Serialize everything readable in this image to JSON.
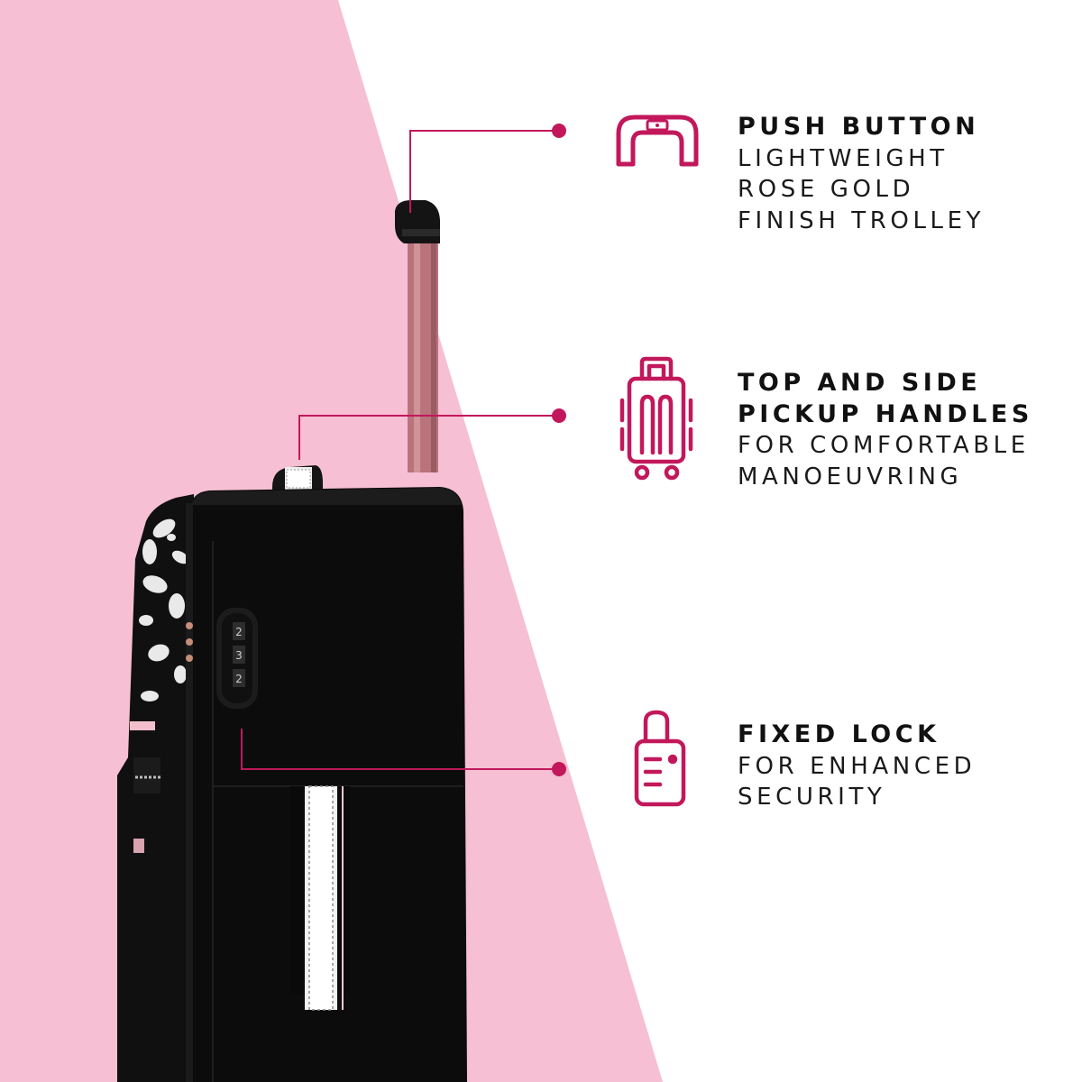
{
  "colors": {
    "background": "#ffffff",
    "pink_band": "#f6bfd3",
    "accent": "#c2185b",
    "case_body": "#0d0d0d",
    "trolley_handle": "#b9737b"
  },
  "features": [
    {
      "icon": "trolley-handle-icon",
      "title_lines": [
        "PUSH BUTTON"
      ],
      "body_lines": [
        "LIGHTWEIGHT",
        "ROSE GOLD",
        "FINISH TROLLEY"
      ]
    },
    {
      "icon": "suitcase-icon",
      "title_lines": [
        "TOP AND SIDE",
        "PICKUP HANDLES"
      ],
      "body_lines": [
        "FOR COMFORTABLE",
        "MANOEUVRING"
      ]
    },
    {
      "icon": "padlock-icon",
      "title_lines": [
        "FIXED LOCK"
      ],
      "body_lines": [
        "FOR ENHANCED",
        "SECURITY"
      ]
    }
  ]
}
